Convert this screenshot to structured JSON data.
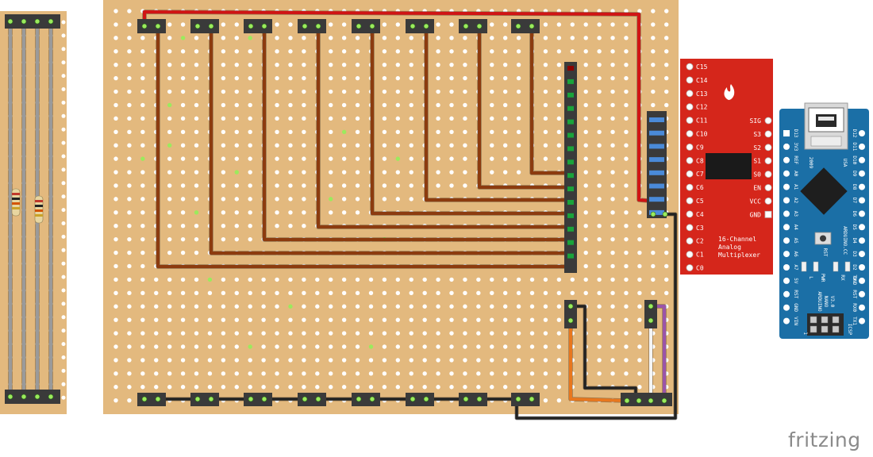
{
  "colors": {
    "board": "#e3b97e",
    "hole": "#ffffff",
    "hole_lit": "#9bea5d",
    "wire_brown": "#8c3b0f",
    "wire_red": "#d01414",
    "wire_black": "#222222",
    "wire_orange": "#e8771e",
    "wire_purple": "#9b54a8",
    "wire_white": "#f4f4f4",
    "wire_gray": "#9a9a9a",
    "mux_board": "#d5261b",
    "nano_board": "#1b6fa6"
  },
  "icons": {
    "mux_logo": "sparkfun-flame-icon",
    "nano_usb": "usb-connector-icon",
    "nano_chip": "microcontroller-chip-icon",
    "nano_reset": "reset-button-icon"
  },
  "mux": {
    "left_pins": [
      "C15",
      "C14",
      "C13",
      "C12",
      "C11",
      "C10",
      "C9",
      "C8",
      "C7",
      "C6",
      "C5",
      "C4",
      "C3",
      "C2",
      "C1",
      "C0"
    ],
    "right_pins": [
      "SIG",
      "S3",
      "S2",
      "S1",
      "S0",
      "EN",
      "VCC",
      "GND"
    ],
    "caption": [
      "16-Channel",
      "Analog",
      "Multiplexer"
    ]
  },
  "nano": {
    "left_pins": [
      "D13",
      "3V3",
      "REF",
      "A0",
      "A1",
      "A2",
      "A3",
      "A4",
      "A5",
      "A6",
      "A7",
      "5V",
      "RST",
      "GND",
      "VIN"
    ],
    "right_pins": [
      "D12",
      "D11",
      "D10",
      "D9",
      "D8",
      "D7",
      "D6",
      "D5",
      "D4",
      "D3",
      "D2",
      "GND",
      "RST",
      "RX0",
      "TX1"
    ],
    "year": "2009",
    "usa": "USA",
    "rst": "RST",
    "arduino_cc": "ARDUINO.CC",
    "leds": [
      "L",
      "PWR",
      "RX",
      "TX"
    ],
    "name": [
      "ARDUINO",
      "NANO",
      "V3.0"
    ],
    "icsp": "ICSP",
    "pin1": "1"
  },
  "brand": {
    "text": "fritzing"
  }
}
